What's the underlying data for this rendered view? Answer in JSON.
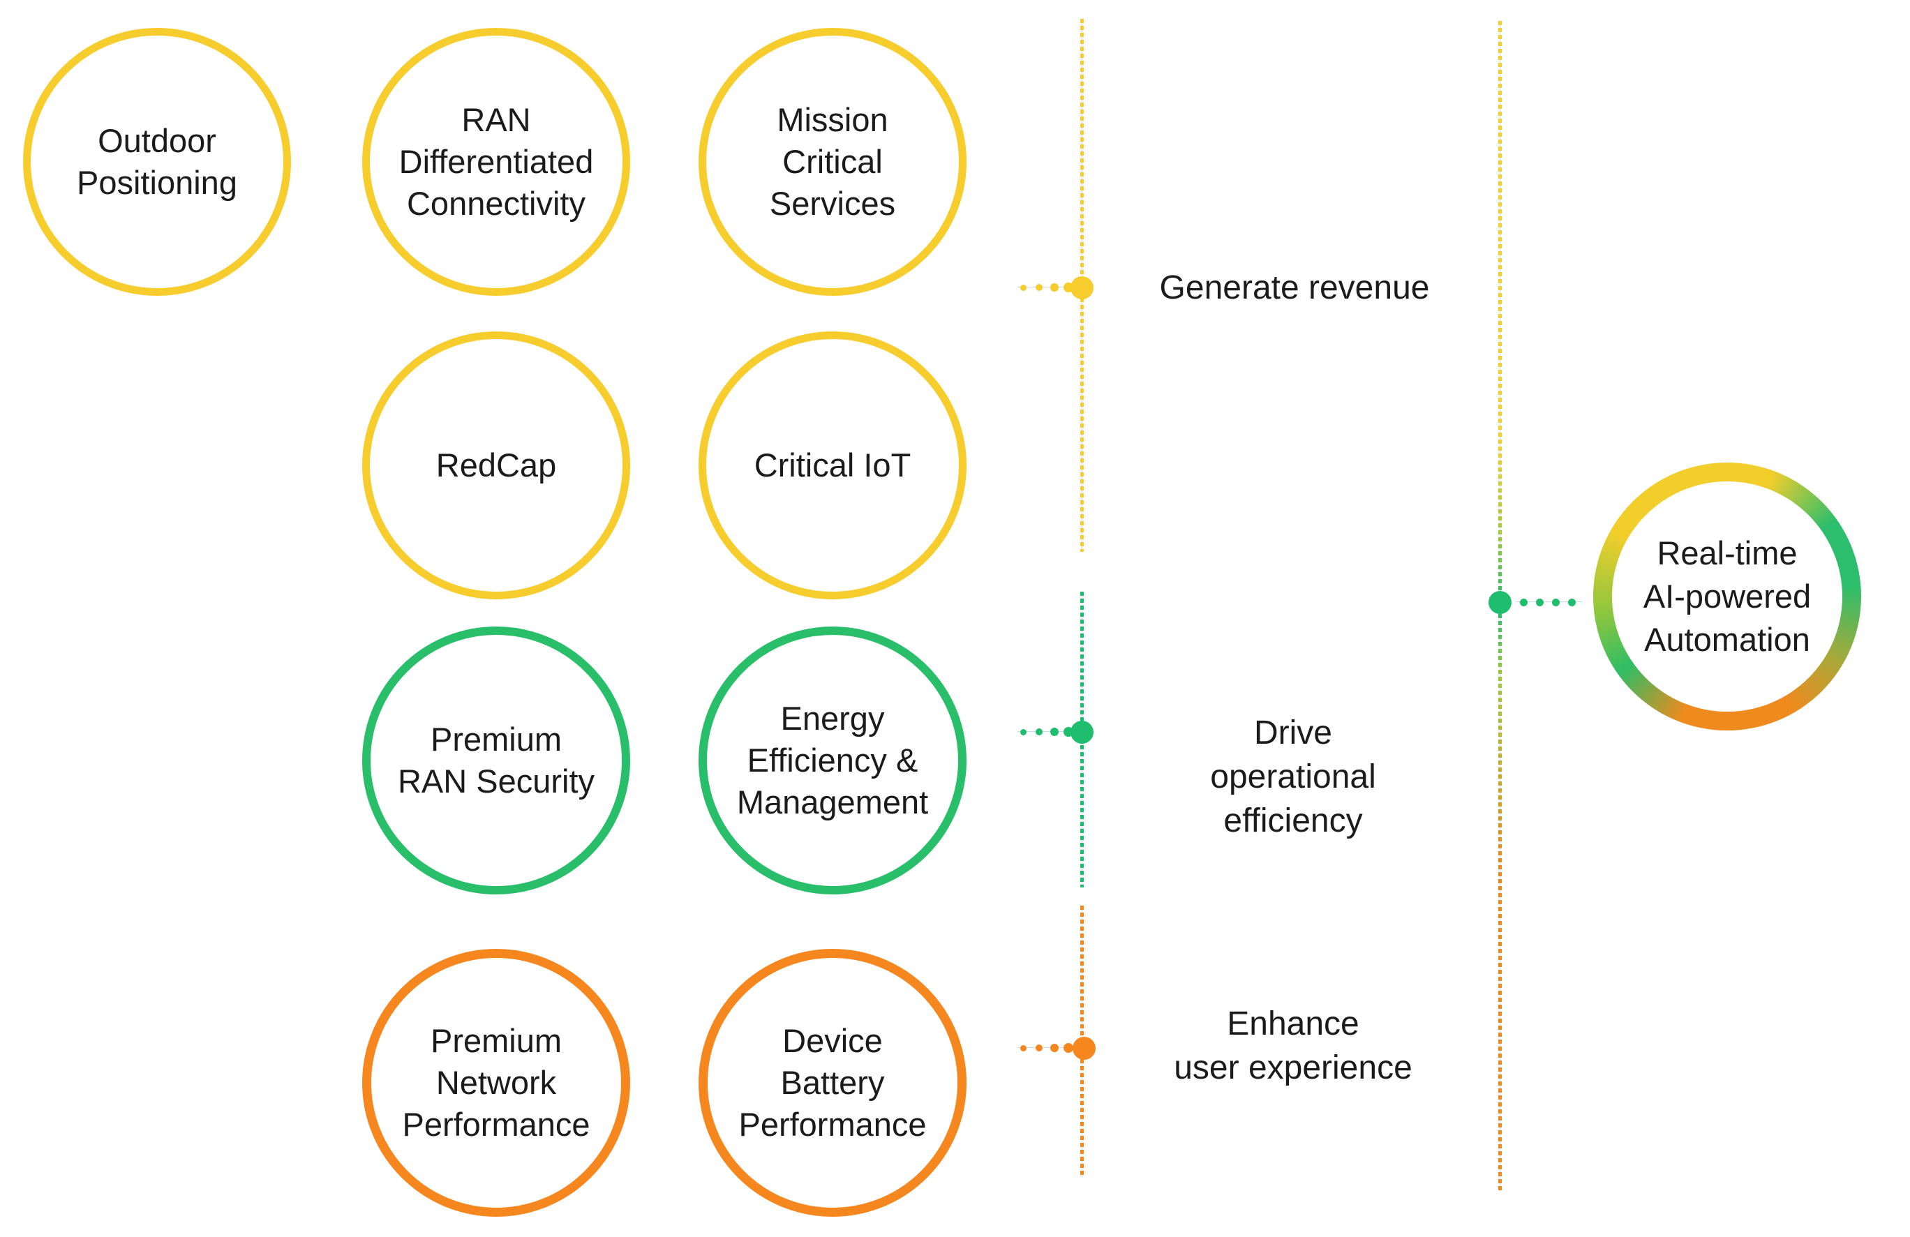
{
  "colors": {
    "yellow": "#f7cc2d",
    "green": "#29be69",
    "teal_dot": "#1fbe6e",
    "orange": "#f6871f",
    "label_text": "#1b1b1b",
    "leader_line": "#c8dbeb",
    "ring_gradient": [
      "#f2ce2b",
      "#2cbe6c",
      "#ef8a1e",
      "#8cc63f"
    ]
  },
  "circles": [
    {
      "id": "outdoor-positioning",
      "label": "Outdoor\nPositioning",
      "color": "#f7cc2d"
    },
    {
      "id": "ran-differentiated-connectivity",
      "label": "RAN\nDifferentiated\nConnectivity",
      "color": "#f7cc2d"
    },
    {
      "id": "mission-critical-services",
      "label": "Mission\nCritical\nServices",
      "color": "#f7cc2d"
    },
    {
      "id": "redcap",
      "label": "RedCap",
      "color": "#f7cc2d"
    },
    {
      "id": "critical-iot",
      "label": "Critical IoT",
      "color": "#f7cc2d"
    },
    {
      "id": "premium-ran-security",
      "label": "Premium\nRAN Security",
      "color": "#29be69"
    },
    {
      "id": "energy-efficiency-management",
      "label": "Energy\nEfficiency &\nManagement",
      "color": "#29be69"
    },
    {
      "id": "premium-network-performance",
      "label": "Premium\nNetwork\nPerformance",
      "color": "#f6871f"
    },
    {
      "id": "device-battery-performance",
      "label": "Device\nBattery\nPerformance",
      "color": "#f6871f"
    }
  ],
  "outcomes": [
    {
      "id": "generate-revenue",
      "label": "Generate revenue",
      "color": "#f7cc2d"
    },
    {
      "id": "drive-operational-efficiency",
      "label": "Drive\noperational\nefficiency",
      "color": "#1fbe6e"
    },
    {
      "id": "enhance-user-experience",
      "label": "Enhance\nuser experience",
      "color": "#f6871f"
    }
  ],
  "automation": {
    "label": "Real-time\nAI-powered\nAutomation"
  }
}
